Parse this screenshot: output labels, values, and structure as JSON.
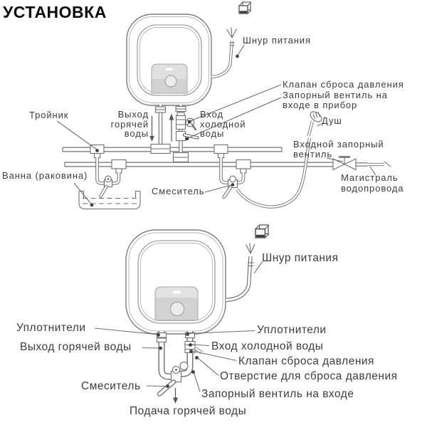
{
  "title": "УСТАНОВКА",
  "colors": {
    "title": "#0b0b0b",
    "label": "#3d3d3d",
    "line": "#6f6f6f",
    "panel_fill": "#d2d2d2"
  },
  "diagram1": {
    "labels": {
      "power_cord": "Шнур питания",
      "relief_valve": "Клапан сброса давления",
      "device_inlet_valve": "Запорный вентиль на\nвходе в прибор",
      "tee": "Тройник",
      "hot_water_outlet": "Выход\nгорячей\nводы",
      "cold_water_inlet": "Вход\nхолодной\nводы",
      "shower": "Душ",
      "inlet_shutoff_valve": "Входной запорный\nвентиль",
      "bath_sink": "Ванна (раковина)",
      "mixer": "Смеситель",
      "water_main": "Магистраль\nводопровода"
    }
  },
  "diagram2": {
    "labels": {
      "power_cord": "Шнур питания",
      "seals_left": "Уплотнители",
      "seals_right": "Уплотнители",
      "hot_water_outlet": "Выход горячей воды",
      "cold_water_inlet": "Вход холодной воды",
      "relief_valve": "Клапан сброса давления",
      "relief_hole": "Отверстие для сброса давления",
      "mixer": "Смеситель",
      "inlet_shutoff_valve": "Запорный вентиль на входе",
      "hot_water_supply": "Подача горячей воды"
    }
  }
}
